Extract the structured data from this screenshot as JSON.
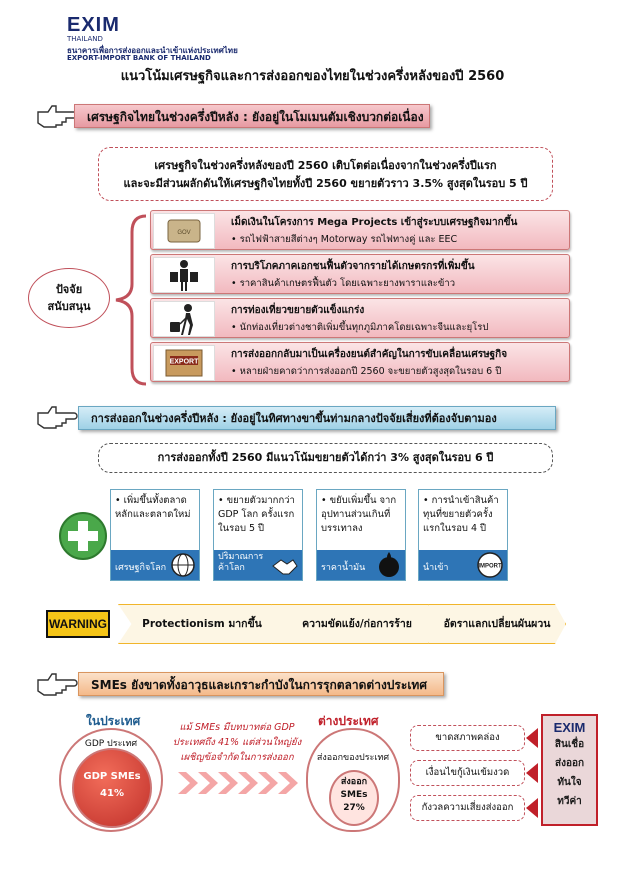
{
  "header": {
    "logo_main": "EXIM",
    "logo_sub": "THAILAND",
    "logo_thai": "ธนาคารเพื่อการส่งออกและนำเข้าแห่งประเทศไทย",
    "logo_en": "EXPORT-IMPORT BANK OF THAILAND",
    "title": "แนวโน้มเศรษฐกิจและการส่งออกของไทยในช่วงครึ่งหลังของปี 2560"
  },
  "section1": {
    "banner": "เศรษฐกิจไทยในช่วงครึ่งปีหลัง : ยังอยู่ในโมเมนตัมเชิงบวกต่อเนื่อง",
    "summary_line1": "เศรษฐกิจในช่วงครึ่งหลังของปี 2560 เติบโตต่อเนื่องจากในช่วงครึ่งปีแรก",
    "summary_line2": "และจะมีส่วนผลักดันให้เศรษฐกิจไทยทั้งปี 2560 ขยายตัวราว 3.5% สูงสุดในรอบ 5 ปี",
    "oval_line1": "ปัจจัย",
    "oval_line2": "สนับสนุน",
    "factors": [
      {
        "heading": "เม็ดเงินในโครงการ Mega Projects เข้าสู่ระบบเศรษฐกิจมากขึ้น",
        "detail": "รถไฟฟ้าสายสีต่างๆ Motorway รถไฟทางคู่ และ EEC",
        "icon": "government-money-icon"
      },
      {
        "heading": "การบริโภคภาคเอกชนฟื้นตัวจากรายได้เกษตรกรที่เพิ่มขึ้น",
        "detail": "ราคาสินค้าเกษตรฟื้นตัว โดยเฉพาะยางพาราและข้าว",
        "icon": "shopping-person-icon"
      },
      {
        "heading": "การท่องเที่ยวขยายตัวแข็งแกร่ง",
        "detail": "นักท่องเที่ยวต่างชาติเพิ่มขึ้นทุกภูมิภาคโดยเฉพาะจีนและยุโรป",
        "icon": "traveler-icon"
      },
      {
        "heading": "การส่งออกกลับมาเป็นเครื่องยนต์สำคัญในการขับเคลื่อนเศรษฐกิจ",
        "detail": "หลายฝ่ายคาดว่าการส่งออกปี 2560 จะขยายตัวสูงสุดในรอบ 6 ปี",
        "icon": "export-box-icon",
        "badge": "EXPORT"
      }
    ]
  },
  "section2": {
    "banner": "การส่งออกในช่วงครึ่งปีหลัง : ยังอยู่ในทิศทางขาขึ้นท่ามกลางปัจจัยเสี่ยงที่ต้องจับตามอง",
    "summary": "การส่งออกทั้งปี 2560 มีแนวโน้มขยายตัวได้กว่า 3% สูงสุดในรอบ 6 ปี",
    "cards": [
      {
        "text": "เพิ่มขึ้นทั้งตลาดหลักและตลาดใหม่",
        "label": "เศรษฐกิจโลก",
        "icon": "globe-icon"
      },
      {
        "text": "ขยายตัวมากกว่า GDP โลก ครั้งแรกในรอบ 5 ปี",
        "label": "ปริมาณการค้าโลก",
        "icon": "handshake-icon"
      },
      {
        "text": "ขยับเพิ่มขึ้น จากอุปทานส่วนเกินที่บรรเทาลง",
        "label": "ราคาน้ำมัน",
        "icon": "oil-barrel-icon"
      },
      {
        "text": "การนำเข้าสินค้าทุนที่ขยายตัวครั้งแรกในรอบ 4 ปี",
        "label": "นำเข้า",
        "icon": "import-stamp-icon",
        "stamp": "IMPORT"
      }
    ],
    "warning_label": "WARNING",
    "risks": [
      "Protectionism มากขึ้น",
      "ความขัดแย้ง/ก่อการร้าย",
      "อัตราแลกเปลี่ยนผันผวน"
    ]
  },
  "section3": {
    "banner": "SMEs ยังขาดทั้งอาวุธและเกราะกำบังในการรุกตลาดต่างประเทศ",
    "domestic_title": "ในประเทศ",
    "domestic_outer": "GDP ประเทศ",
    "domestic_inner_label": "GDP SMEs",
    "domestic_inner_value": "41%",
    "note_line1": "แม้ SMEs มีบทบาทต่อ GDP",
    "note_line2": "ประเทศถึง 41% แต่ส่วนใหญ่ยัง",
    "note_line3": "เผชิญข้อจำกัดในการส่งออก",
    "foreign_title": "ต่างประเทศ",
    "foreign_outer": "ส่งออกของประเทศ",
    "foreign_inner_1": "ส่งออก",
    "foreign_inner_2": "SMEs",
    "foreign_inner_3": "27%",
    "reasons": [
      "ขาดสภาพคล่อง",
      "เงื่อนไขกู้เงินเข้มงวด",
      "กังวลความเสี่ยงส่งออก"
    ],
    "exim_logo": "EXIM",
    "exim_lines": [
      "สินเชื่อ",
      "ส่งออก",
      "ทันใจ",
      "ทวีค่า"
    ]
  }
}
